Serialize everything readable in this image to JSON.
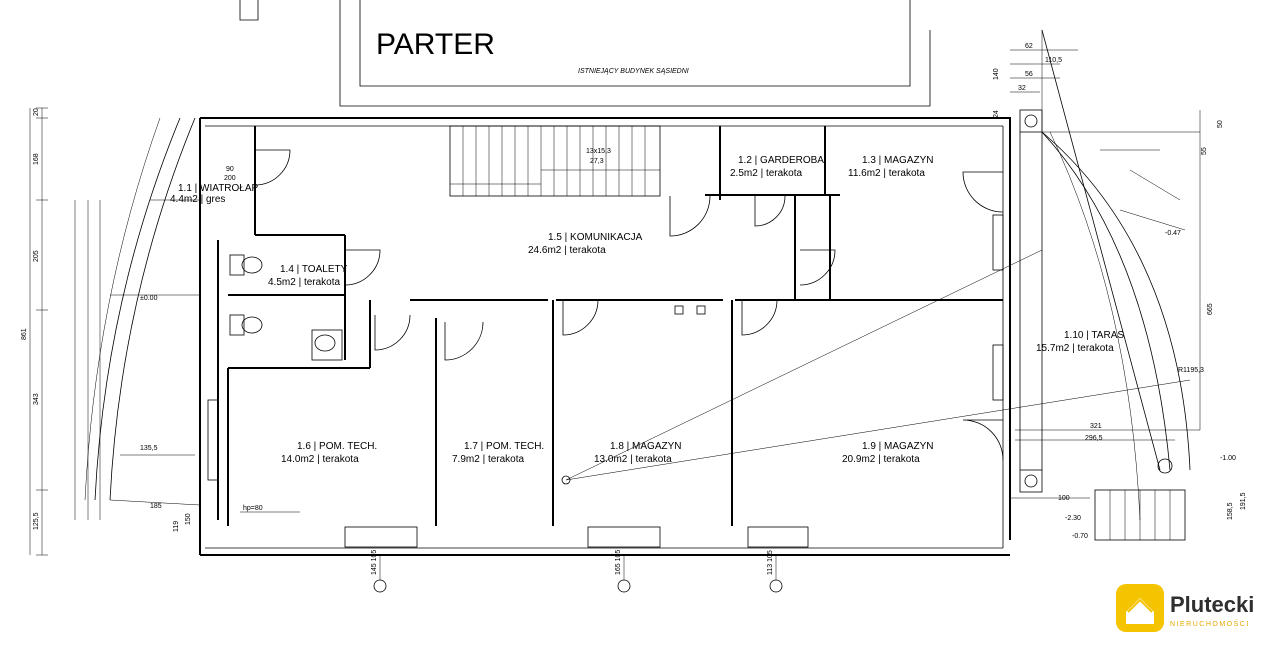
{
  "plan_title": "PARTER",
  "neighbour_label": "ISTNIEJĄCY BUDYNEK SĄSIEDNI",
  "stair_label": {
    "line1": "13x15,3",
    "line2": "27,3"
  },
  "rooms": [
    {
      "line1": "1.1 | WIATROŁAP",
      "line2": "4.4m2 | gres"
    },
    {
      "line1": "1.2 | GARDEROBA",
      "line2": "2.5m2 | terakota"
    },
    {
      "line1": "1.3 | MAGAZYN",
      "line2": "11.6m2 | terakota"
    },
    {
      "line1": "1.4 | TOALETY",
      "line2": "4.5m2 | terakota"
    },
    {
      "line1": "1.5 | KOMUNIKACJA",
      "line2": "24.6m2 | terakota"
    },
    {
      "line1": "1.6 | POM. TECH.",
      "line2": "14.0m2 | terakota"
    },
    {
      "line1": "1.7 | POM. TECH.",
      "line2": "7.9m2 | terakota"
    },
    {
      "line1": "1.8 | MAGAZYN",
      "line2": "13.0m2 | terakota"
    },
    {
      "line1": "1.9 | MAGAZYN",
      "line2": "20.9m2 | terakota"
    },
    {
      "line1": "1.10 | TARAS",
      "line2": "15.7m2 | terakota"
    }
  ],
  "door_dims": [
    {
      "a": "90",
      "b": "200"
    }
  ],
  "left_dims": [
    "20",
    "168",
    "205",
    "861",
    "343",
    "125,5"
  ],
  "right_dims": [
    "140",
    "24",
    "665",
    "50",
    "55",
    "191,5",
    "158,5"
  ],
  "top_right_dims": [
    "62",
    "110,5",
    "56",
    "32"
  ],
  "bottom_dims": [
    "145\n105",
    "165\n105",
    "113\n105"
  ],
  "misc_dims": [
    "321",
    "296,5",
    "100",
    "-0.47",
    "±0.00",
    "-2.30",
    "-0.70",
    "R1195,3",
    "-1.00",
    "hp=80",
    "135,5",
    "185",
    "119",
    "150"
  ],
  "logo": {
    "name": "Plutecki",
    "subtitle": "NIERUCHOMOŚCI",
    "brand_color": "#f5c400"
  }
}
